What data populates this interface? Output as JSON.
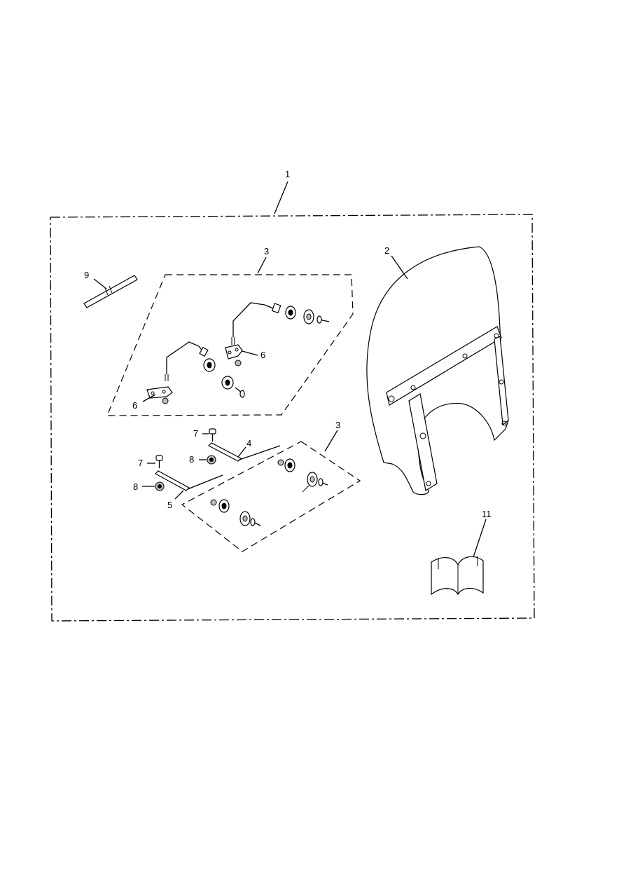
{
  "callouts": {
    "kit": "1",
    "screen": "2",
    "bracket_kit_upper": "3",
    "bracket_kit_lower": "3",
    "strap_right": "4",
    "strap_left": "5",
    "plate_upper": "6",
    "plate_lower": "6",
    "bolt_upper": "7",
    "bolt_lower": "7",
    "nut_upper": "8",
    "nut_lower": "8",
    "cable_tie": "9",
    "instructions": "11"
  },
  "icons": {
    "book": "instruction-book-icon"
  }
}
